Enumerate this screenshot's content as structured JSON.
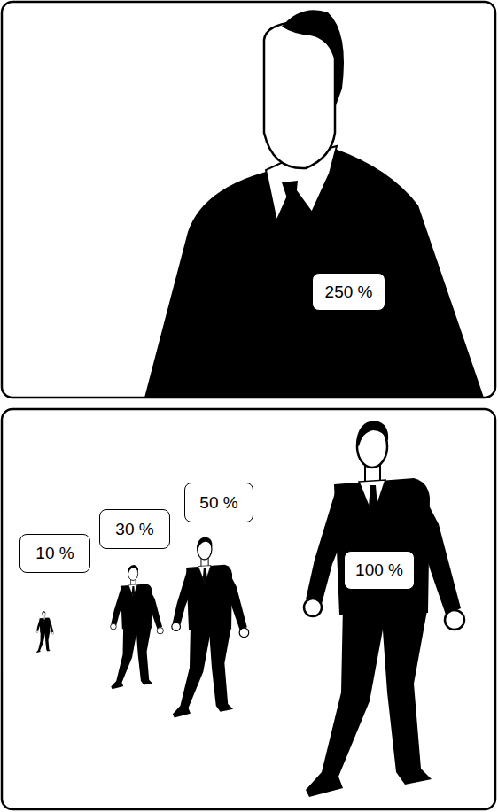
{
  "diagram": {
    "nodes": [
      {
        "text": [
          "250 %"
        ]
      },
      {
        "text": [
          "10 %"
        ]
      },
      {
        "text": [
          "30 %"
        ]
      },
      {
        "text": [
          "50 %"
        ]
      },
      {
        "text": [
          "100 %"
        ]
      }
    ]
  }
}
